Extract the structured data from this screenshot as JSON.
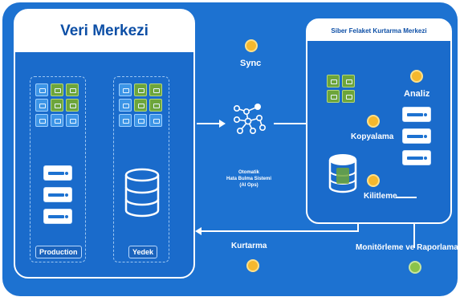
{
  "colors": {
    "background": "#1d72d1",
    "panel": "#1a6bcb",
    "step_dot": "#f5b82e",
    "monitor_dot": "#8bc34a",
    "tile_blue": "#3d95e6",
    "tile_green": "#6da53b"
  },
  "left_panel": {
    "title": "Veri Merkezi",
    "production_label": "Production",
    "backup_label": "Yedek"
  },
  "right_panel": {
    "title": "Siber Felaket Kurtarma Merkezi"
  },
  "center": {
    "sync_label": "Sync",
    "ai_icon": "neural-network-icon",
    "ai_caption_lines": [
      "Otomatik",
      "Hata Bulma Sistemi",
      "(AI Ops)"
    ]
  },
  "steps": {
    "copy": "Kopyalama",
    "lock": "Kilitleme",
    "analysis": "Analiz",
    "recovery": "Kurtarma",
    "monitoring": "Monitörleme ve Raporlama"
  }
}
